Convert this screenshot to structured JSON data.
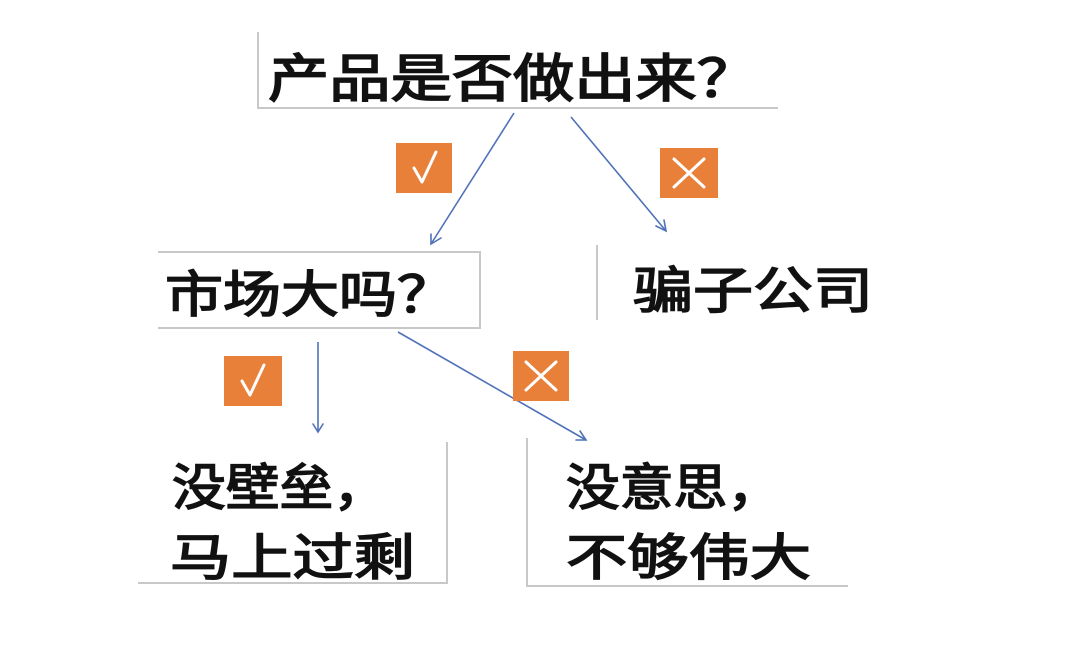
{
  "nodes": {
    "root": {
      "text": "产品是否做出来？"
    },
    "market": {
      "text": "市场大吗？"
    },
    "scam": {
      "text": "骗子公司"
    },
    "no_moat": {
      "line1": "没壁垒，",
      "line2": "马上过剩"
    },
    "boring": {
      "line1": "没意思，",
      "line2": "不够伟大"
    }
  },
  "badges": {
    "yes": {
      "icon": "check-icon"
    },
    "no": {
      "icon": "cross-icon"
    }
  },
  "colors": {
    "arrow": "#4f72b8",
    "badge": "#e8803a",
    "frame": "#c8c8c8"
  }
}
